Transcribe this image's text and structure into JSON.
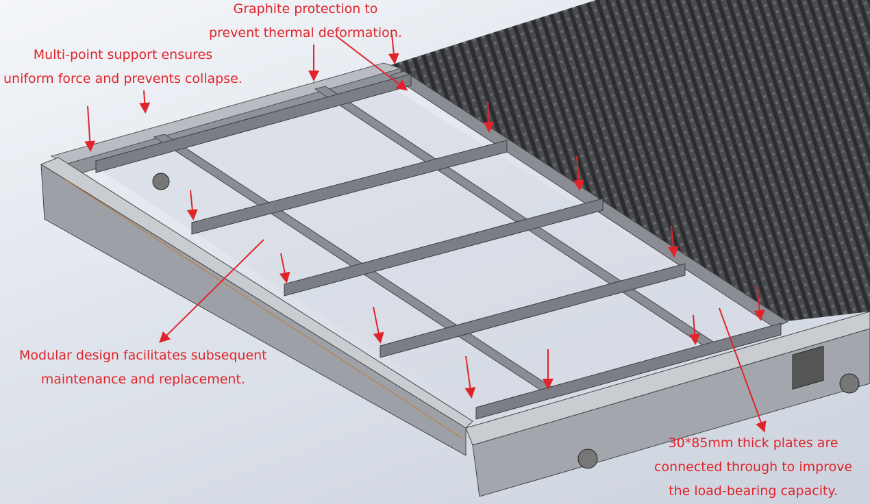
{
  "annotations": {
    "graphite": {
      "line1": "Graphite protection to",
      "line2": "prevent thermal deformation."
    },
    "support": {
      "line1": "Multi-point support ensures",
      "line2": "uniform force and prevents collapse."
    },
    "modular": {
      "line1": "Modular design facilitates subsequent",
      "line2": "maintenance and replacement."
    },
    "plates": {
      "line1": "30*85mm thick plates are",
      "line2": "connected through to improve",
      "line3": "the load-bearing capacity."
    }
  },
  "colors": {
    "annotation": "#e0242a",
    "frame": "#9a9ea6",
    "grating": "#3a3c40"
  }
}
